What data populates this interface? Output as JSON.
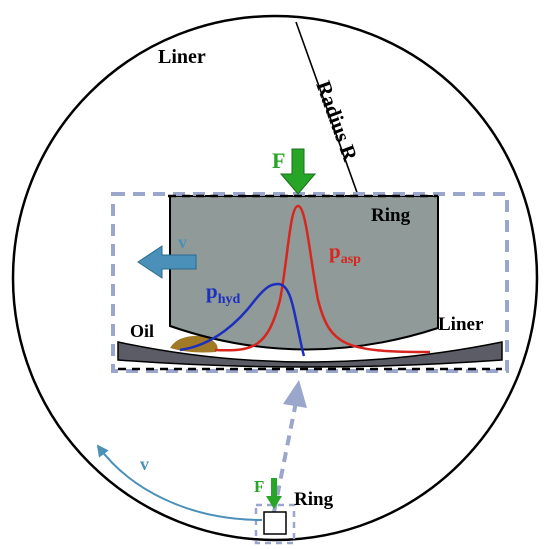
{
  "labels": {
    "liner_outer": "Liner",
    "radius": "Radius R",
    "force": "F",
    "ring": "Ring",
    "velocity": "v",
    "p_asp_main": "p",
    "p_asp_sub": "asp",
    "p_hyd_main": "p",
    "p_hyd_sub": "hyd",
    "oil": "Oil",
    "liner_inner": "Liner",
    "velocity_small": "v",
    "force_small": "F",
    "ring_small": "Ring"
  },
  "colors": {
    "ring_fill": "#8f9a99",
    "liner_fill": "#5c5c66",
    "oil_fill": "#a07a26",
    "force_arrow": "#27a527",
    "velocity_arrow": "#4a90b8",
    "p_asp_curve": "#d8261e",
    "p_hyd_curve": "#1c2fbf",
    "dashed_box": "#9aa6cc"
  }
}
